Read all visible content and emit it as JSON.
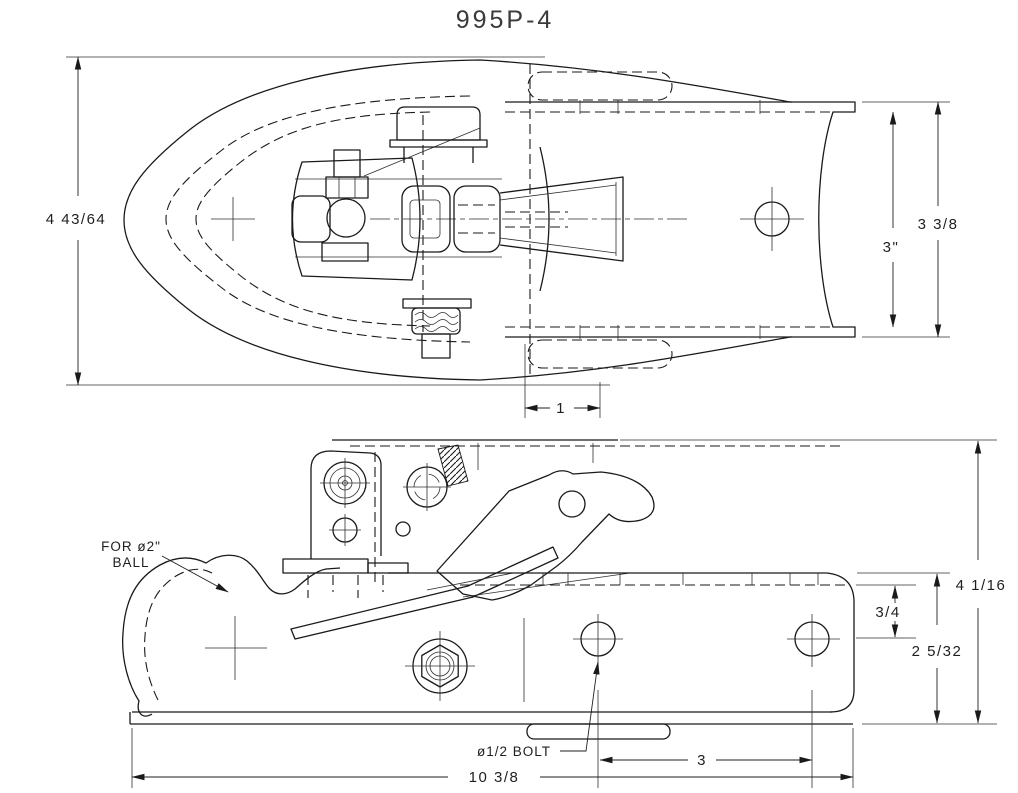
{
  "title": "995P-4",
  "colors": {
    "line": "#1a1a1a",
    "background": "#ffffff"
  },
  "top_view": {
    "dims": {
      "overall_width": "4 43/64",
      "channel_outer_width": "3 3/8",
      "channel_inner_width": "3\"",
      "slot_length": "1"
    }
  },
  "side_view": {
    "labels": {
      "ball_line1": "FOR ø2\"",
      "ball_line2": "BALL",
      "bolt": "ø1/2 BOLT"
    },
    "dims": {
      "overall_height": "4 1/16",
      "base_height": "2 5/32",
      "hole_offset": "3/4",
      "hole_spacing": "3",
      "overall_length": "10 3/8"
    }
  }
}
